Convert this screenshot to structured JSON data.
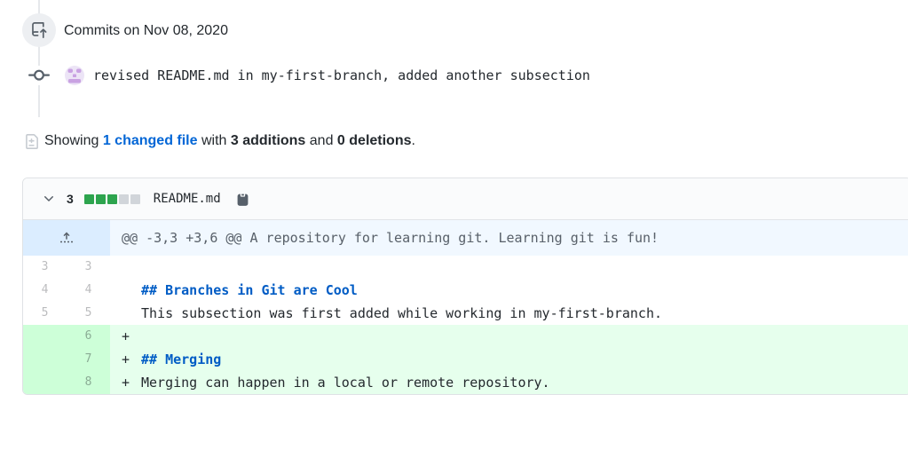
{
  "commits_group": {
    "date_heading": "Commits on Nov 08, 2020"
  },
  "commit": {
    "message": "revised README.md in my-first-branch, added another subsection"
  },
  "summary": {
    "prefix": "Showing ",
    "changed_files_link": "1 changed file",
    "with_text": " with ",
    "additions": "3 additions",
    "and_text": " and ",
    "deletions": "0 deletions",
    "period": "."
  },
  "file": {
    "changes_count": "3",
    "diffstat_blocks": [
      "added",
      "added",
      "added",
      "neutral",
      "neutral"
    ],
    "name": "README.md"
  },
  "diff": {
    "hunk_header": "@@ -3,3 +3,6 @@ A repository for learning git. Learning git is fun!",
    "rows": [
      {
        "old": "3",
        "new": "3",
        "type": "context",
        "prefix": "",
        "code": "",
        "style": "plain"
      },
      {
        "old": "4",
        "new": "4",
        "type": "context",
        "prefix": "",
        "code": "## Branches in Git are Cool",
        "style": "heading"
      },
      {
        "old": "5",
        "new": "5",
        "type": "context",
        "prefix": "",
        "code": "This subsection was first added while working in my-first-branch.",
        "style": "plain"
      },
      {
        "old": "",
        "new": "6",
        "type": "addition",
        "prefix": "+",
        "code": "",
        "style": "plain"
      },
      {
        "old": "",
        "new": "7",
        "type": "addition",
        "prefix": "+",
        "code": "## Merging",
        "style": "heading"
      },
      {
        "old": "",
        "new": "8",
        "type": "addition",
        "prefix": "+",
        "code": "Merging can happen in a local or remote repository.",
        "style": "plain"
      }
    ]
  },
  "colors": {
    "link_blue": "#0366d6",
    "code_heading_blue": "#005cc5",
    "addition_bg": "#e6ffed",
    "addition_gutter_bg": "#cdffd8",
    "hunk_bg": "#f1f8ff",
    "hunk_gutter_bg": "#dbedff",
    "diffstat_green": "#2da44e",
    "diffstat_gray": "#d1d5da",
    "border": "#dfe2e5"
  }
}
